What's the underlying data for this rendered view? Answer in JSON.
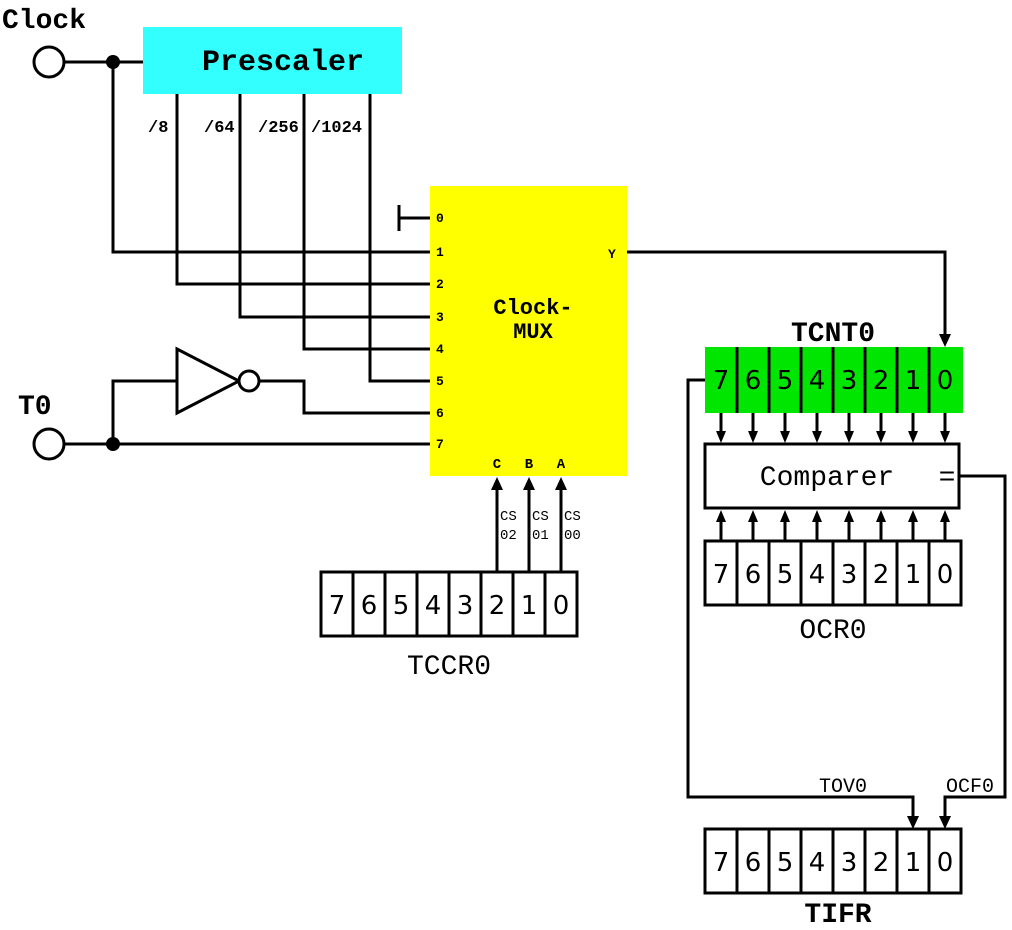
{
  "inputs": {
    "clock_label": "Clock",
    "t0_label": "T0"
  },
  "prescaler": {
    "label": "Prescaler",
    "color": "#33ffff",
    "taps": [
      "/8",
      "/64",
      "/256",
      "/1024"
    ]
  },
  "mux": {
    "label_line1": "Clock-",
    "label_line2": "MUX",
    "color": "#ffff00",
    "inputs": [
      "0",
      "1",
      "2",
      "3",
      "4",
      "5",
      "6",
      "7"
    ],
    "output": "Y",
    "selects": [
      "C",
      "B",
      "A"
    ],
    "select_signals": [
      {
        "line1": "CS",
        "line2": "02"
      },
      {
        "line1": "CS",
        "line2": "01"
      },
      {
        "line1": "CS",
        "line2": "00"
      }
    ]
  },
  "registers": {
    "tcnt0": {
      "label": "TCNT0",
      "bits": [
        "7",
        "6",
        "5",
        "4",
        "3",
        "2",
        "1",
        "0"
      ],
      "color": "#00e600"
    },
    "ocr0": {
      "label": "OCR0",
      "bits": [
        "7",
        "6",
        "5",
        "4",
        "3",
        "2",
        "1",
        "0"
      ]
    },
    "tccr0": {
      "label": "TCCR0",
      "bits": [
        "7",
        "6",
        "5",
        "4",
        "3",
        "2",
        "1",
        "0"
      ]
    },
    "tifr": {
      "label": "TIFR",
      "bits": [
        "7",
        "6",
        "5",
        "4",
        "3",
        "2",
        "1",
        "0"
      ]
    }
  },
  "comparer": {
    "label": "Comparer",
    "eq_symbol": "="
  },
  "flags": {
    "tov0": "TOV0",
    "ocf0": "OCF0"
  }
}
